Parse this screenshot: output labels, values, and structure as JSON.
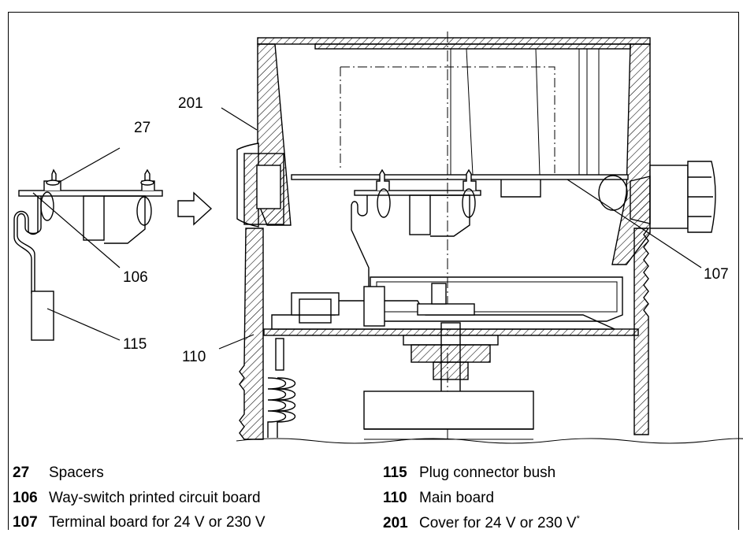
{
  "callouts": {
    "c27": "27",
    "c201": "201",
    "c106": "106",
    "c115": "115",
    "c110": "110",
    "c107": "107"
  },
  "legend": [
    {
      "num": "27",
      "text": "Spacers"
    },
    {
      "num": "106",
      "text": "Way-switch printed circuit board"
    },
    {
      "num": "107",
      "text": "Terminal board for 24 V or 230 V"
    },
    {
      "num": "115",
      "text": "Plug connector bush"
    },
    {
      "num": "110",
      "text": "Main board"
    },
    {
      "num": "201",
      "text": "Cover for 24 V or 230 V",
      "mark": "*"
    }
  ]
}
